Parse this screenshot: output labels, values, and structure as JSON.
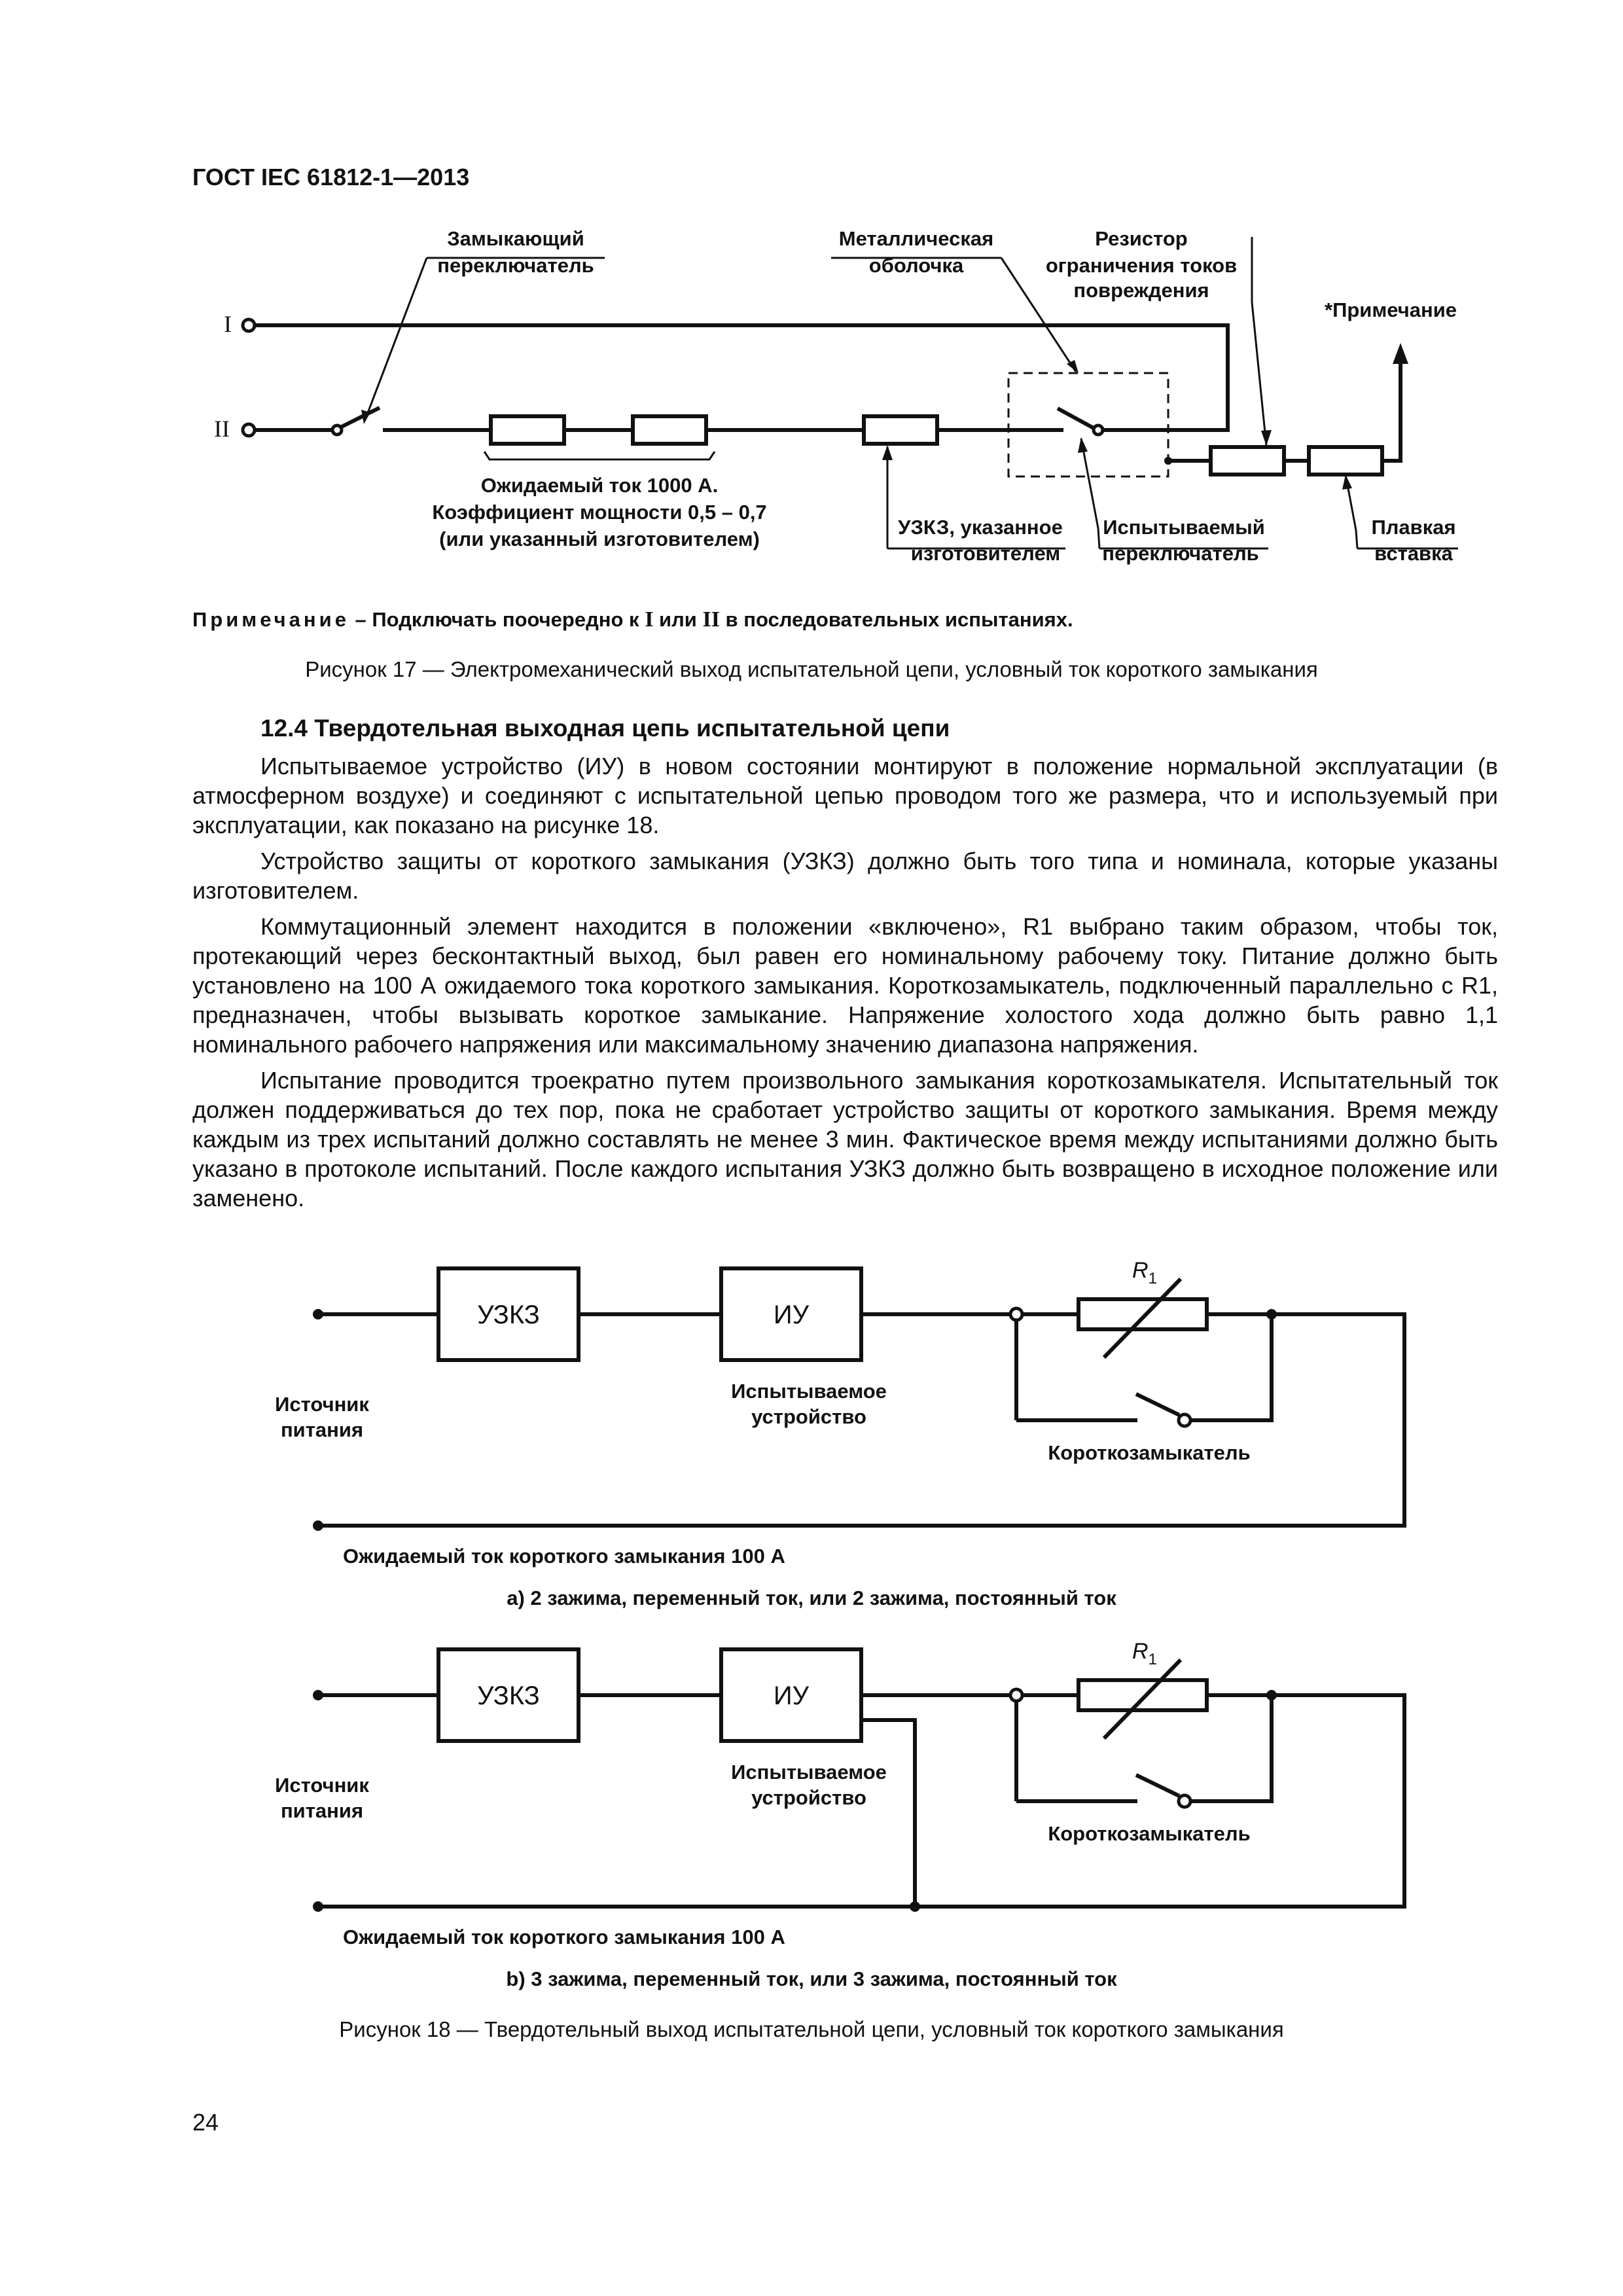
{
  "header": "ГОСТ IEC 61812-1—2013",
  "fig17": {
    "labels": {
      "closing_switch_1": "Замыкающий",
      "closing_switch_2": "переключатель",
      "enclosure_1": "Металлическая",
      "enclosure_2": "оболочка",
      "resistor_1": "Резистор",
      "resistor_2": "ограничения токов",
      "resistor_3": "повреждения",
      "note_mark": "*Примечание",
      "terminal_1": "I",
      "terminal_2": "II",
      "expected_1": "Ожидаемый ток 1000 А.",
      "expected_2": "Коэффициент мощности 0,5 – 0,7",
      "expected_3": "(или указанный изготовителем)",
      "scpd_1": "УЗКЗ, указанное",
      "scpd_2": "изготовителем",
      "dut_1": "Испытываемый",
      "dut_2": "переключатель",
      "fuse_1": "Плавкая",
      "fuse_2": "вставка"
    },
    "note": {
      "head": "Примечание",
      "text_a": " – Подключать поочередно к ",
      "term_1": "I",
      "text_b": " или ",
      "term_2": "II",
      "text_c": " в последовательных испытаниях."
    },
    "caption": "Рисунок 17 — Электромеханический выход испытательной цепи, условный ток короткого замыкания"
  },
  "section": {
    "number": "12.4",
    "title": "Твердотельная выходная цепь испытательной цепи"
  },
  "paragraphs": [
    "Испытываемое устройство (ИУ) в новом состоянии монтируют в положение нормальной эксплуата­ции (в атмосферном воздухе) и соединяют с испытательной цепью проводом того же размера, что и используемый при эксплуатации, как показано на рисунке 18.",
    "Устройство защиты от короткого замыкания (УЗКЗ) должно быть того типа и номинала, которые ука­заны изготовителем.",
    "Коммутационный элемент находится в положении «включено», R1 выбрано таким образом, чтобы ток, протекающий через бесконтактный выход, был равен его номинальному рабочему току. Питание должно быть установлено на 100 А ожидаемого тока короткого замыкания. Короткозамыкатель, подклю­ченный параллельно с R1, предназначен, чтобы вызывать короткое замыкание. Напряжение холостого хода должно быть равно 1,1 номинального рабочего напряжения или максимальному значению диапазо­на напряжения.",
    "Испытание проводится троекратно путем произвольного замыкания короткозамыкателя. Испыта­тельный ток должен поддерживаться до тех пор, пока не сработает устройство защиты от короткого замыкания. Время между каждым из трех испытаний должно составлять не менее 3 мин. Фактическое время между испытаниями должно быть указано в протоколе испытаний. После каждого испытания УЗКЗ должно быть возвращено в исходное положение или заменено."
  ],
  "fig18": {
    "labels": {
      "scpd": "УЗКЗ",
      "dut": "ИУ",
      "r": "R",
      "r_sub": "1",
      "source_1": "Источник",
      "source_2": "питания",
      "dut_1": "Испытываемое",
      "dut_2": "устройство",
      "shorter": "Короткозамыкатель",
      "expected": "Ожидаемый ток короткого замыкания 100 А"
    },
    "sub_a": "a) 2 зажима, переменный ток, или 2 зажима, постоянный ток",
    "sub_b": "b) 3 зажима, переменный ток, или 3 зажима, постоянный ток",
    "caption": "Рисунок 18 — Твердотельный выход испытательной цепи, условный ток короткого замыкания"
  },
  "page_number": "24"
}
